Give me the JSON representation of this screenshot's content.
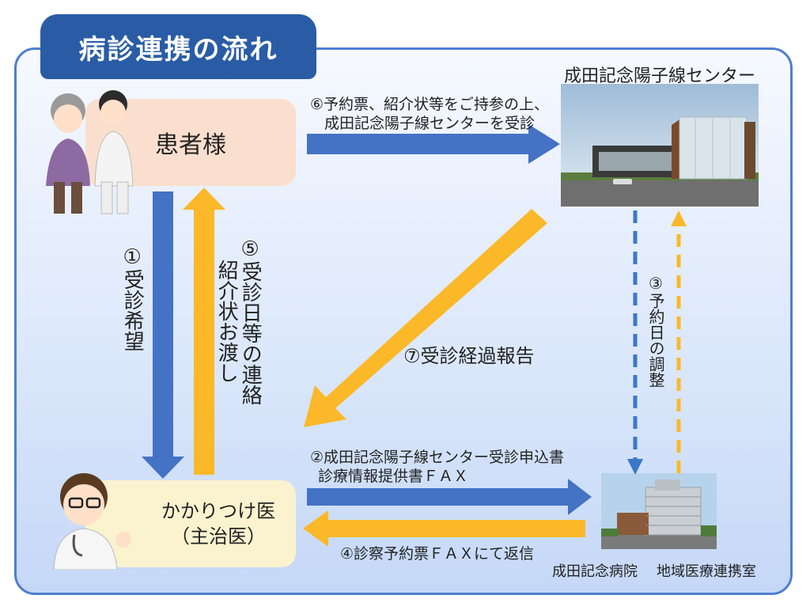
{
  "title": "病診連携の流れ",
  "patient": {
    "label": "患者様"
  },
  "doctor": {
    "line1": "かかりつけ医",
    "line2": "（主治医）"
  },
  "center": {
    "label": "成田記念陽子線センター"
  },
  "hospital": {
    "name": "成田記念病院",
    "dept": "地域医療連携室"
  },
  "steps": {
    "s1": "①受診希望",
    "s2_line1": "②成田記念陽子線センター受診申込書",
    "s2_line2": "診療情報提供書ＦＡＸ",
    "s3": "③予約日の調整",
    "s4": "④診察予約票ＦＡＸにて返信",
    "s5_col1": "⑤受診日等の連絡",
    "s5_col2": "紹介状お渡し",
    "s6_line1": "⑥予約票、紹介状等をご持参の上、",
    "s6_line2": "成田記念陽子線センターを受診",
    "s7": "⑦受診経過報告"
  },
  "colors": {
    "blue_arrow": "#4472c4",
    "orange_arrow": "#fbb829",
    "frame": "#4f7ed0",
    "title_bg": "#2a5ca6"
  }
}
